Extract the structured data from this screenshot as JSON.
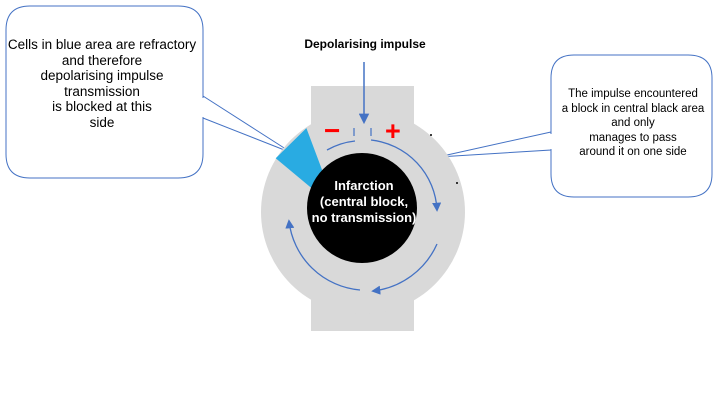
{
  "colors": {
    "tissue": "#d9d9d9",
    "refractory": "#29abe2",
    "infarction": "#000000",
    "arrow": "#4472c4",
    "sign": "#ff0000",
    "callout_border": "#4472c4"
  },
  "labels": {
    "left_callout": "Cells in blue area are refractory\nand therefore\ndepolarising impulse\ntransmission\nis blocked at this\nside",
    "right_callout": "The impulse encountered\na block in central black area\nand only\nmanages to pass\naround it on one side",
    "impulse": "Depolarising impulse",
    "infarction": "Infarction\n(central block,\nno transmission)",
    "minus": "−",
    "plus": "+"
  }
}
